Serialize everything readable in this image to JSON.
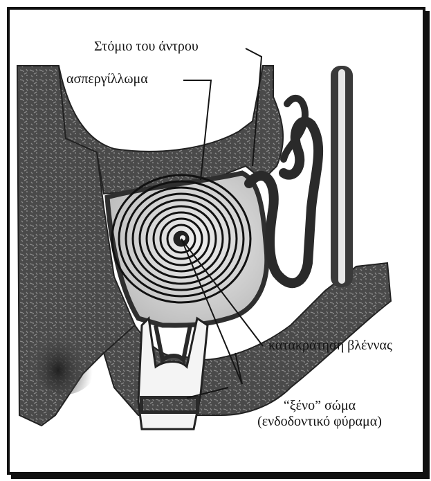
{
  "labels": {
    "ostium": "Στόμιο του άντρου",
    "aspergilloma": "ασπεργίλλωμα",
    "mucus_retention": "κατακράτηση βλέννας",
    "foreign_body_line1": "“ξένο” σώμα",
    "foreign_body_line2": "(ενδοδοντικό φύραμα)"
  },
  "colors": {
    "frame": "#111111",
    "bone": "#4a4a4a",
    "mucosa": "#2f2f2f",
    "sinus_air": "#d9d9d9",
    "tooth": "#f5f5f5",
    "leader_line": "#151515"
  }
}
